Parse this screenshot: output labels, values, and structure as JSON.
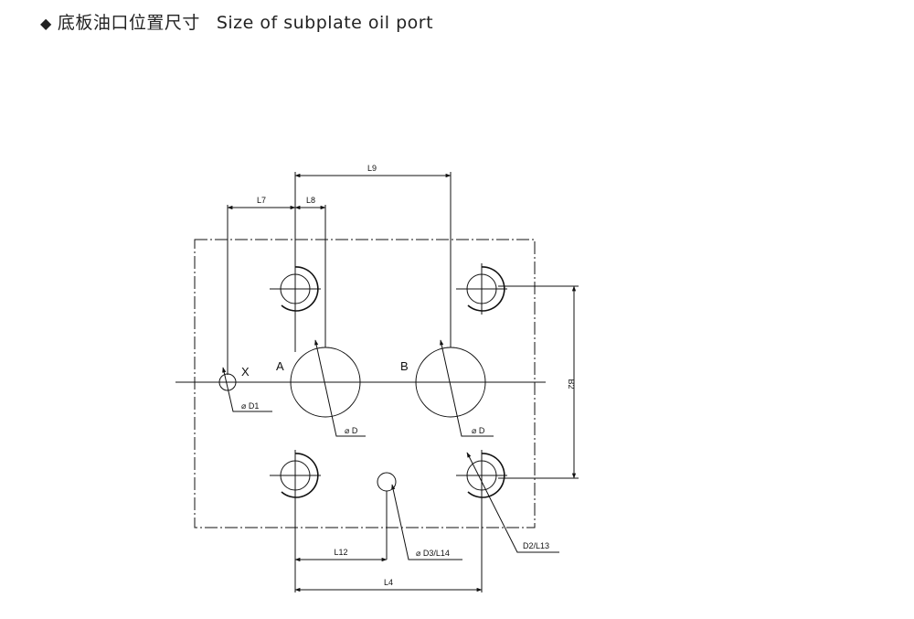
{
  "heading": {
    "bullet": "◆",
    "title_cn": "底板油口位置尺寸",
    "title_en": "Size of subplate oil port"
  },
  "dimensions": {
    "L9": "L9",
    "L7": "L7",
    "L8": "L8",
    "B2": "B2",
    "L12": "L12",
    "L4": "L4"
  },
  "ports": {
    "A": "A",
    "B": "B",
    "X": "X"
  },
  "callouts": {
    "D1": "⌀ D1",
    "D_A": "⌀ D",
    "D_B": "⌀ D",
    "D3_L14": "⌀ D3/L14",
    "D2_L13": "D2/L13"
  }
}
